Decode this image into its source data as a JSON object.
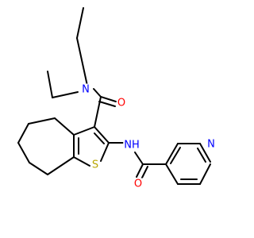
{
  "molecule": {
    "atom_labels": {
      "n_amide": "N",
      "o_carbonyl_upper": "O",
      "nh": "NH",
      "s_thiophene": "S",
      "o_carbonyl_lower": "O",
      "n_pyridine": "N"
    },
    "colors": {
      "bond": "#000000",
      "nitrogen": "#0000ff",
      "oxygen": "#ff0000",
      "sulfur": "#b8a600"
    }
  }
}
